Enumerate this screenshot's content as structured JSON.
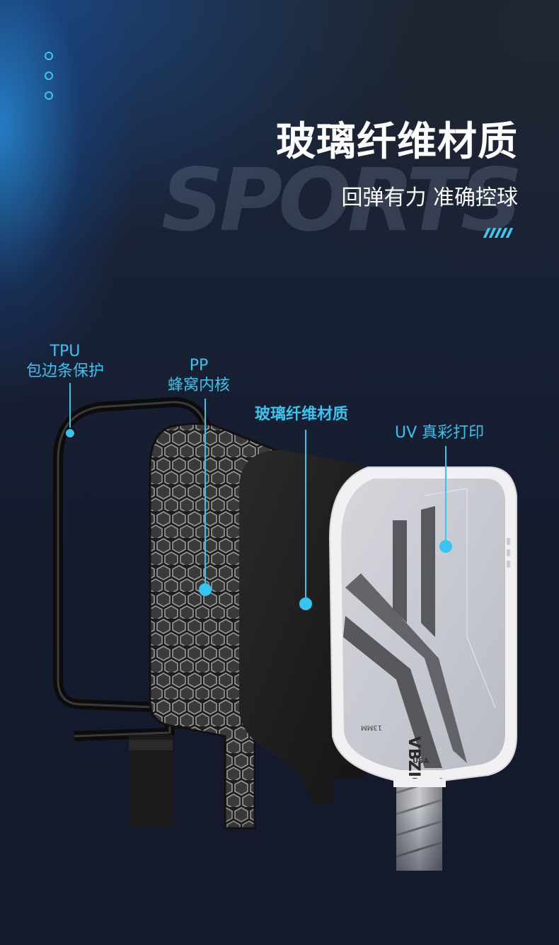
{
  "header": {
    "title": "玻璃纤维材质",
    "subtitle": "回弹有力 准确控球",
    "background_word": "SPORTS"
  },
  "layers": [
    {
      "name": "TPU",
      "desc": "包边条保护"
    },
    {
      "name": "PP",
      "desc": "蜂窝内核"
    },
    {
      "name": "玻璃纤维材质",
      "desc": ""
    },
    {
      "name": "UV 真彩打印",
      "desc": ""
    }
  ],
  "paddle": {
    "brand": "VBZICK",
    "thickness": "13MM",
    "country": "USA"
  },
  "colors": {
    "accent": "#36c5f0",
    "background": "#181e2c",
    "title": "#ffffff"
  }
}
